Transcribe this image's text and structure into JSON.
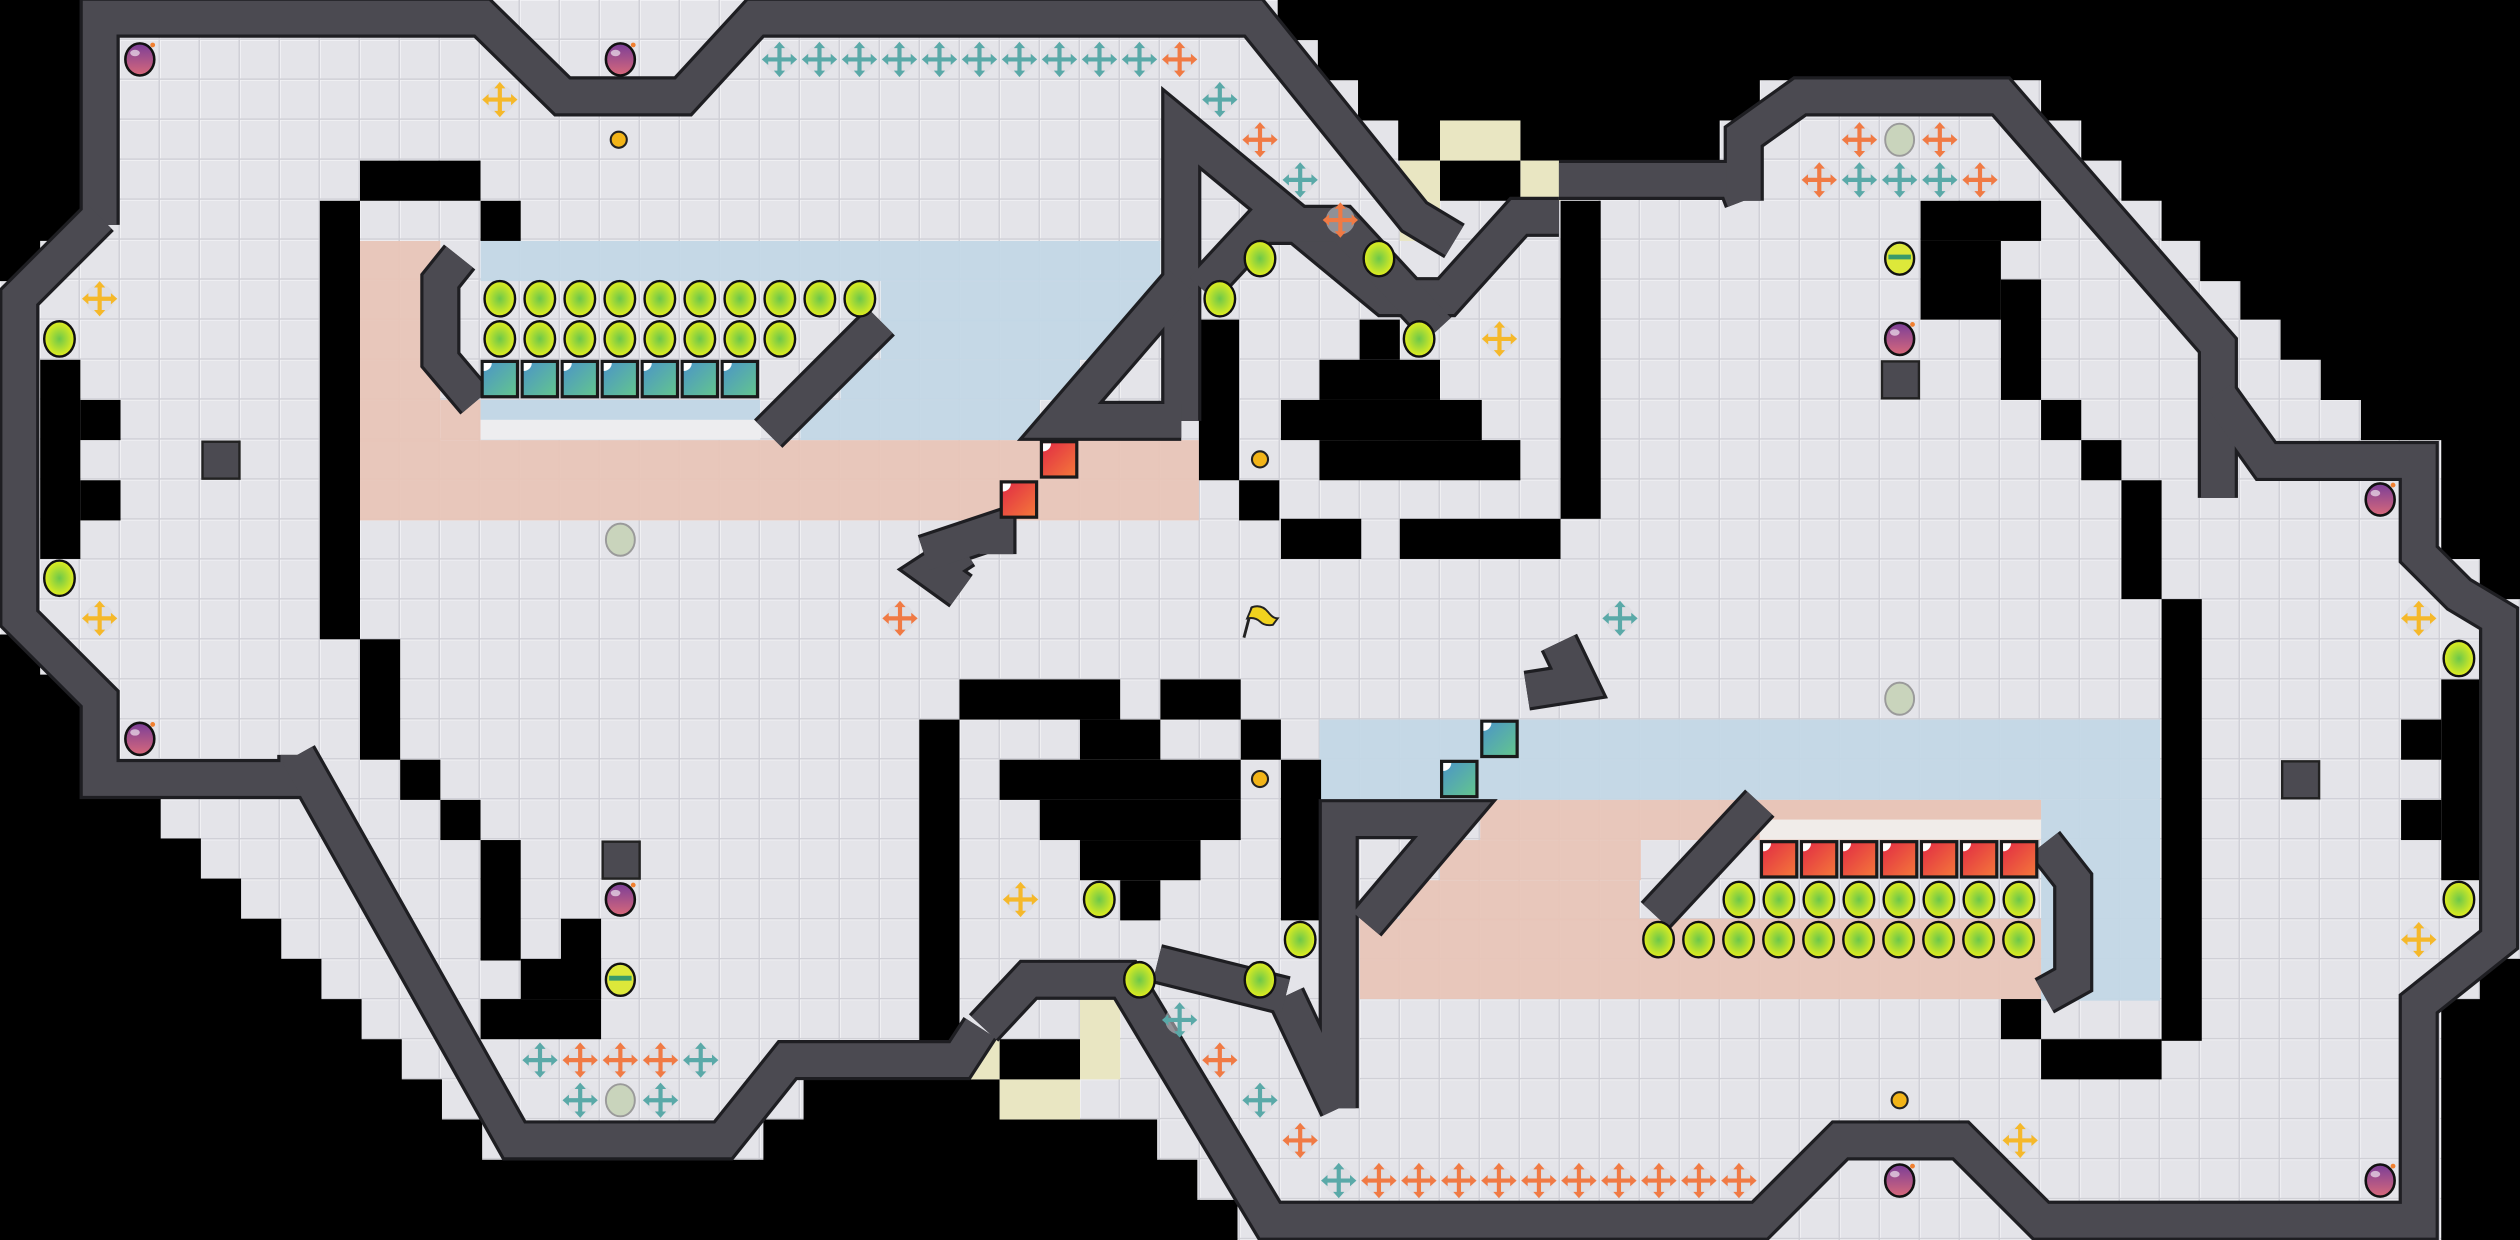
{
  "game": {
    "palette": {
      "void": "#000000",
      "floor": "#e4e4e9",
      "floor_line": "#d2d2d8",
      "wall": "#4b4a51",
      "salmon_zone": "#e8c5b8",
      "blue_zone": "#c3d7e6",
      "pale_tile": "#e9e6c2",
      "coin": "#e4ef1a",
      "coin_core": "#6cc84a",
      "bomb": "#8a4a8e",
      "teal_block": "#4f9fb8",
      "red_block": "#e8323a",
      "teal_cross": "#5aa9a8",
      "orange_cross": "#f07a44",
      "yellow_cross": "#f5b82a",
      "gold_dot": "#f2b418",
      "flag": "#f0d21e"
    },
    "entity_types": [
      {
        "kind": "coin",
        "icon": "coin-icon"
      },
      {
        "kind": "bomb",
        "icon": "bomb-icon"
      },
      {
        "kind": "teal-block",
        "icon": "teal-block-icon"
      },
      {
        "kind": "red-block",
        "icon": "red-block-icon"
      },
      {
        "kind": "teal-cross",
        "icon": "move-arrows-teal-icon"
      },
      {
        "kind": "orange-cross",
        "icon": "move-arrows-orange-icon"
      },
      {
        "kind": "yellow-cross",
        "icon": "move-arrows-yellow-icon"
      },
      {
        "kind": "gold-dot",
        "icon": "gold-dot-icon"
      },
      {
        "kind": "gray-orb",
        "icon": "gray-orb-icon"
      },
      {
        "kind": "striped-orb",
        "icon": "striped-orb-icon"
      },
      {
        "kind": "goal-flag",
        "icon": "flag-icon"
      }
    ]
  }
}
